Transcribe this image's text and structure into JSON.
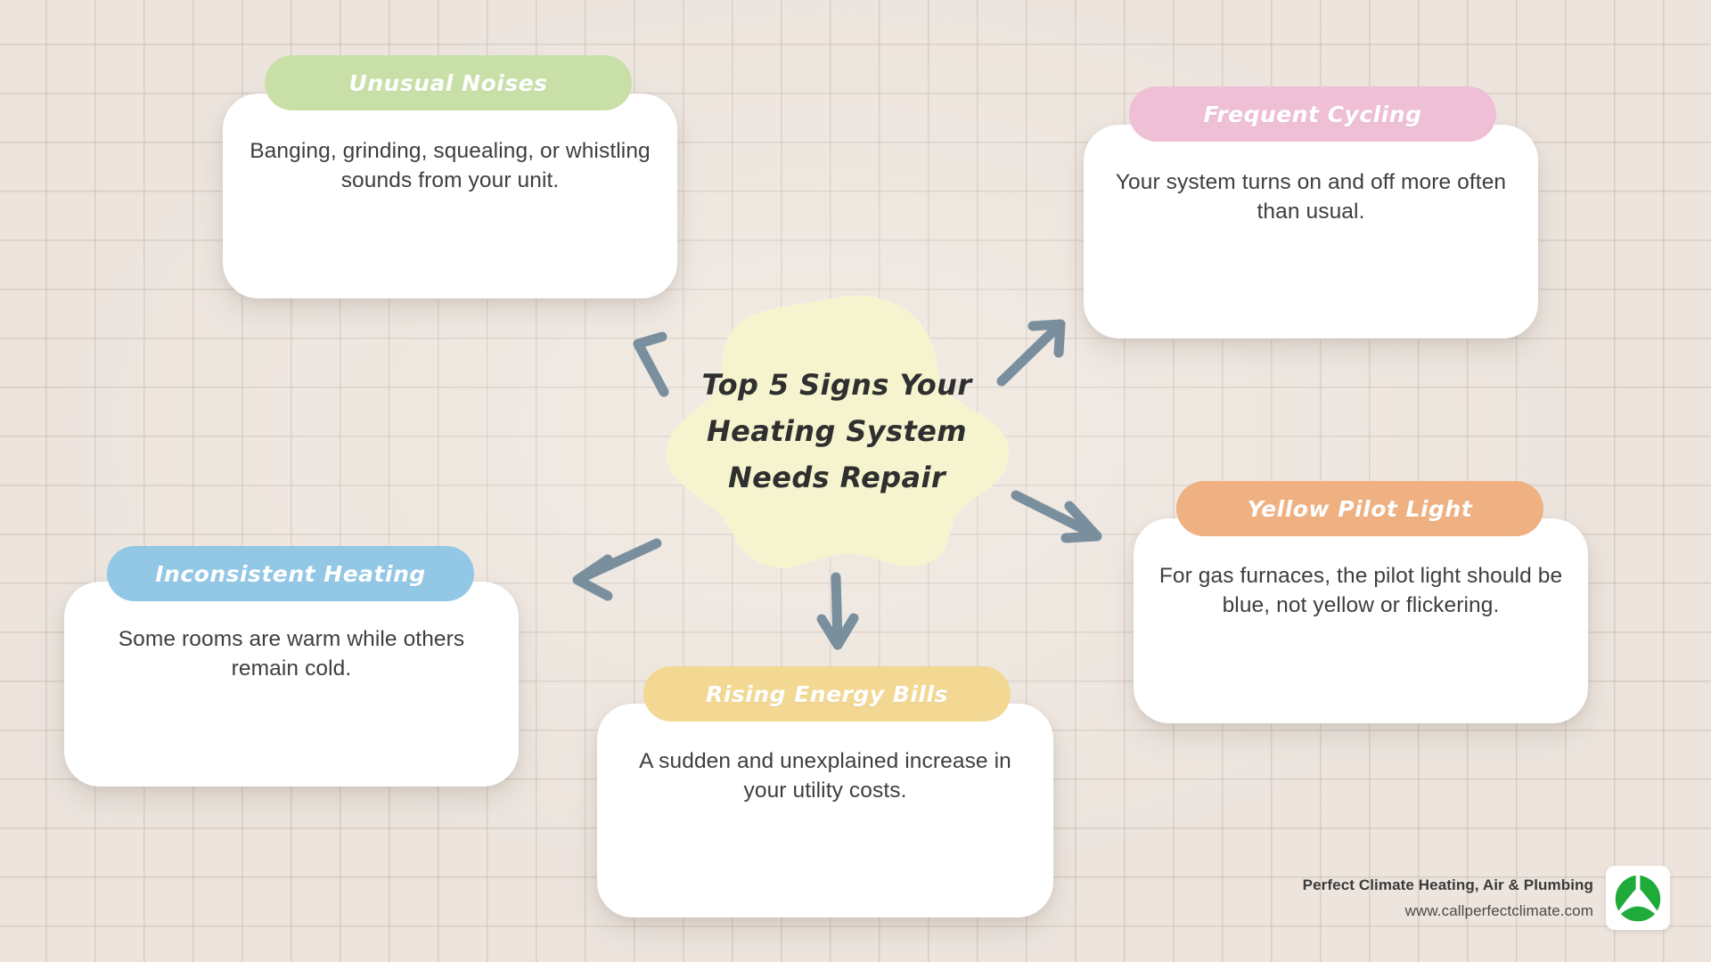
{
  "background": {
    "color": "#ece4dd",
    "grid_color": "#b0a498"
  },
  "center": {
    "shape": "blob",
    "fill": "#f5f4cf",
    "title_lines": [
      "Top 5 Signs Your",
      "Heating System",
      "Needs Repair"
    ],
    "title_color": "#2f2f2f"
  },
  "arrow_color": "#7a8f9e",
  "cards": [
    {
      "id": "unusual-noises",
      "title": "Unusual Noises",
      "body": "Banging, grinding, squealing, or whistling sounds from your unit.",
      "pill_color": "#c8e0a8",
      "title_color": "#ffffff"
    },
    {
      "id": "frequent-cycling",
      "title": "Frequent Cycling",
      "body": "Your system turns on and off more often than usual.",
      "pill_color": "#efbfd6",
      "title_color": "#ffffff"
    },
    {
      "id": "yellow-pilot-light",
      "title": "Yellow Pilot Light",
      "body": "For gas furnaces, the pilot light should be blue, not yellow or flickering.",
      "pill_color": "#f0b182",
      "title_color": "#ffffff"
    },
    {
      "id": "rising-energy-bills",
      "title": "Rising Energy Bills",
      "body": "A sudden and unexplained increase in your utility costs.",
      "pill_color": "#f2d892",
      "title_color": "#ffffff"
    },
    {
      "id": "inconsistent-heating",
      "title": "Inconsistent Heating",
      "body": "Some rooms are warm while others remain cold.",
      "pill_color": "#92c7e6",
      "title_color": "#ffffff"
    }
  ],
  "branding": {
    "company": "Perfect Climate Heating, Air & Plumbing",
    "website": "www.callperfectclimate.com",
    "logo_name": "perfect-climate-trefoil-logo",
    "logo_color": "#1fab39",
    "logo_background": "#ffffff"
  }
}
